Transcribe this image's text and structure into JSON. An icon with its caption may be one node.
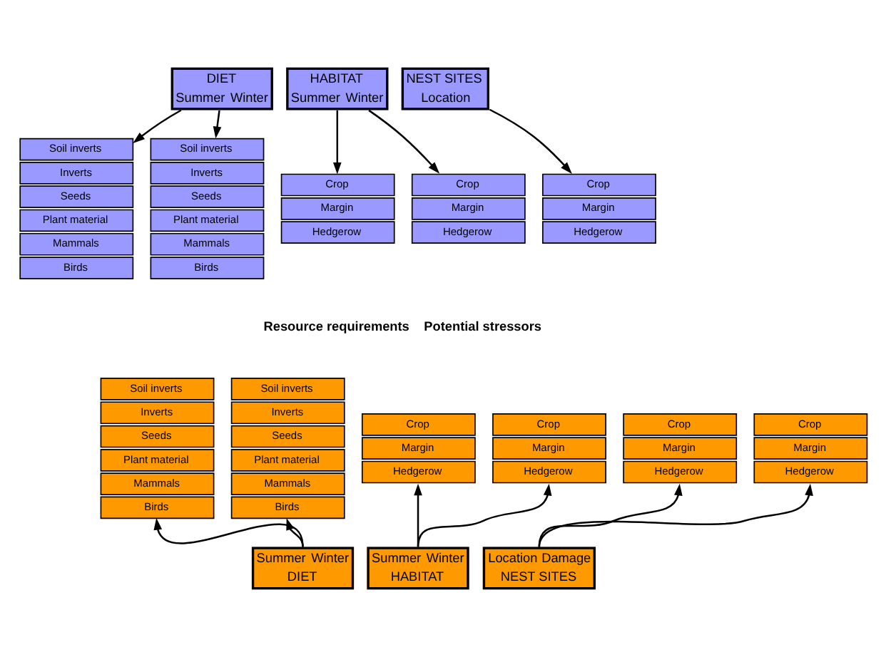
{
  "diagram": {
    "nodes": [
      {
        "text": [
          "DIET",
          "Summer",
          "Winter"
        ]
      },
      {
        "text": [
          "HABITAT",
          "Summer",
          "Winter"
        ]
      },
      {
        "text": [
          "NEST SITES",
          "Location"
        ]
      },
      {
        "text": [
          "Soil inverts",
          "Inverts",
          "Seeds",
          "Plant material",
          "Mammals",
          "Birds"
        ]
      },
      {
        "text": [
          "Soil inverts",
          "Inverts",
          "Seeds",
          "Plant material",
          "Mammals",
          "Birds"
        ]
      },
      {
        "text": [
          "Crop",
          "Margin",
          "Hedgerow"
        ]
      },
      {
        "text": [
          "Crop",
          "Margin",
          "Hedgerow"
        ]
      },
      {
        "text": [
          "Crop",
          "Margin",
          "Hedgerow"
        ]
      },
      {
        "text": [
          "Soil inverts",
          "Inverts",
          "Seeds",
          "Plant material",
          "Mammals",
          "Birds"
        ]
      },
      {
        "text": [
          "Soil inverts",
          "Inverts",
          "Seeds",
          "Plant material",
          "Mammals",
          "Birds"
        ]
      },
      {
        "text": [
          "Crop",
          "Margin",
          "Hedgerow"
        ]
      },
      {
        "text": [
          "Crop",
          "Margin",
          "Hedgerow"
        ]
      },
      {
        "text": [
          "Crop",
          "Margin",
          "Hedgerow"
        ]
      },
      {
        "text": [
          "Crop",
          "Margin",
          "Hedgerow"
        ]
      },
      {
        "text": [
          "Summer",
          "Winter",
          "DIET"
        ]
      },
      {
        "text": [
          "Summer",
          "Winter",
          "HABITAT"
        ]
      },
      {
        "text": [
          "Location",
          "Damage",
          "NEST SITES"
        ]
      }
    ],
    "edges": [
      {
        "from": 0,
        "to": 3,
        "arrow": "to"
      },
      {
        "from": 0,
        "to": 4,
        "arrow": "to"
      },
      {
        "from": 1,
        "to": 5,
        "arrow": "to"
      },
      {
        "from": 1,
        "to": 6,
        "arrow": "to"
      },
      {
        "from": 2,
        "to": 7,
        "arrow": "to"
      },
      {
        "from": 14,
        "to": 8,
        "arrow": "to"
      },
      {
        "from": 14,
        "to": 9,
        "arrow": "to"
      },
      {
        "from": 15,
        "to": 10,
        "arrow": "to"
      },
      {
        "from": 15,
        "to": 11,
        "arrow": "to"
      },
      {
        "from": 16,
        "to": 12,
        "arrow": "to"
      },
      {
        "from": 16,
        "to": 13,
        "arrow": "to"
      }
    ],
    "labels": [
      "Resource requirements",
      "Potential stressors"
    ]
  }
}
